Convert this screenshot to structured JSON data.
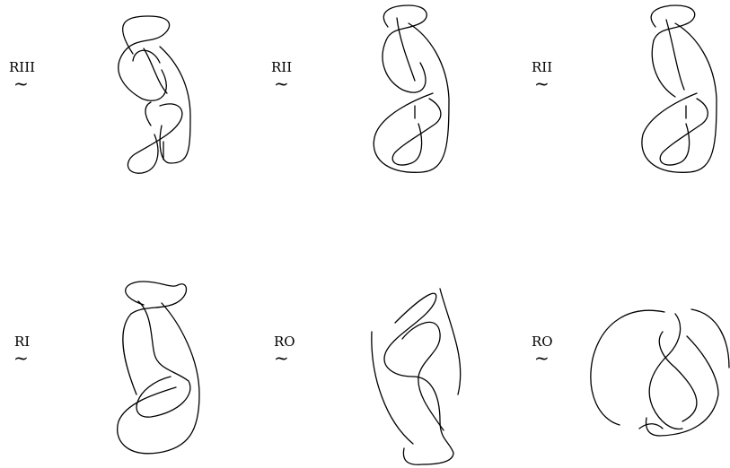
{
  "moves": [
    {
      "label": "RIII",
      "relation": "~"
    },
    {
      "label": "RII",
      "relation": "~"
    },
    {
      "label": "RII",
      "relation": "~"
    },
    {
      "label": "RI",
      "relation": "~"
    },
    {
      "label": "RO",
      "relation": "~"
    },
    {
      "label": "RO",
      "relation": "~"
    }
  ],
  "colors": {
    "stroke": "#000000",
    "background": "#ffffff"
  }
}
